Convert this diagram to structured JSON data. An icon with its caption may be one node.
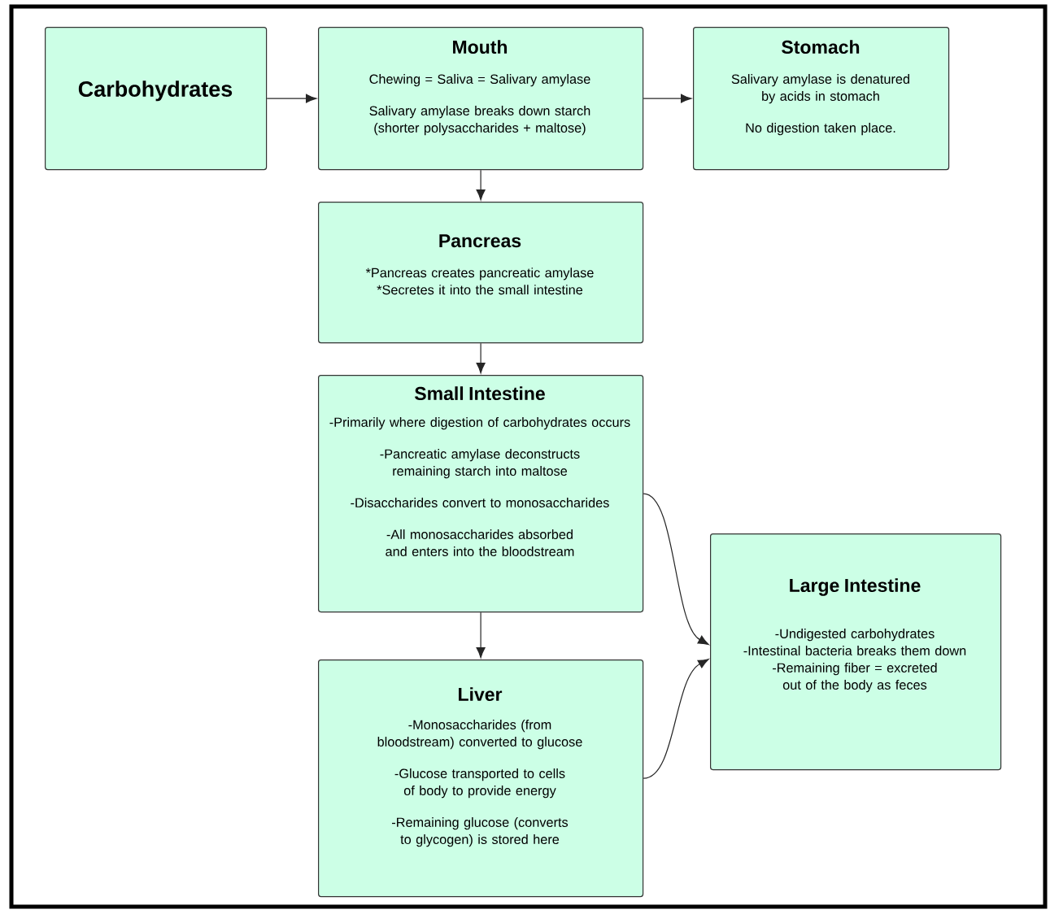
{
  "diagram": {
    "nodes": [
      {
        "text": [
          "Carbohydrates"
        ]
      },
      {
        "text": [
          "Mouth",
          "Chewing = Saliva = Salivary amylase",
          "Salivary amylase breaks down starch (shorter polysaccharides + maltose)"
        ]
      },
      {
        "text": [
          "Stomach",
          "Salivary amylase is denatured by acids in stomach",
          "No digestion taken place."
        ]
      },
      {
        "text": [
          "Pancreas",
          "*Pancreas creates pancreatic amylase *Secretes it into the small intestine"
        ]
      },
      {
        "text": [
          "Small Intestine",
          "-Primarily where digestion of carbohydrates occurs",
          "-Pancreatic amylase deconstructs remaining starch into maltose",
          "-Disaccharides convert to monosaccharides",
          "-All monosaccharides absorbed and enters into the bloodstream"
        ]
      },
      {
        "text": [
          "Liver",
          "-Monosaccharides (from bloodstream) converted to glucose",
          "-Glucose transported to cells of body to provide energy",
          "-Remaining glucose (converts to glycogen) is stored here"
        ]
      },
      {
        "text": [
          "Large Intestine",
          "-Undigested carbohydrates",
          "-Intestinal bacteria breaks them down",
          "-Remaining fiber = excreted out of the body as feces"
        ]
      }
    ],
    "edges": [
      {
        "from": 0,
        "to": 1,
        "arrow": "to"
      },
      {
        "from": 1,
        "to": 2,
        "arrow": "to"
      },
      {
        "from": 1,
        "to": 3,
        "arrow": "to"
      },
      {
        "from": 3,
        "to": 4,
        "arrow": "to"
      },
      {
        "from": 4,
        "to": 5,
        "arrow": "to"
      },
      {
        "from": 4,
        "to": 6,
        "arrow": "to"
      },
      {
        "from": 5,
        "to": 6,
        "arrow": "to"
      }
    ]
  }
}
